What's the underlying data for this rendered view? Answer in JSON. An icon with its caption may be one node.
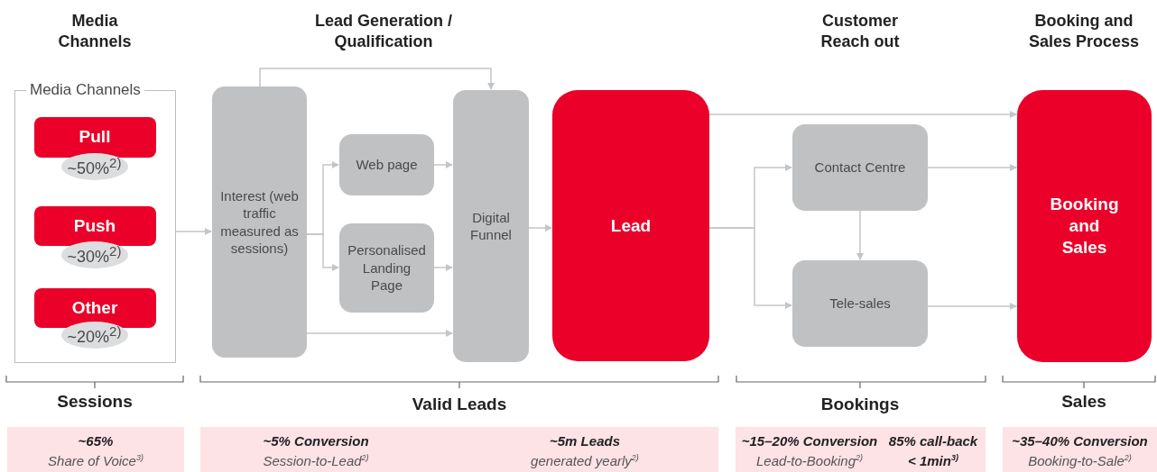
{
  "diagram": {
    "nodes": [
      {
        "text": [
          "Media Channels"
        ]
      },
      {
        "text": [
          "Pull"
        ],
        "in": 0
      },
      {
        "text": [
          "~50%$^{2)}$"
        ],
        "in": 0
      },
      {
        "text": [
          "Push"
        ],
        "in": 0
      },
      {
        "text": [
          "~30%$^{2)}$"
        ],
        "in": 0
      },
      {
        "text": [
          "Other"
        ],
        "in": 0
      },
      {
        "text": [
          "~20%$^{2)}$"
        ],
        "in": 0
      },
      {
        "text": [
          "Interest (web traffic measured as sessions)"
        ]
      },
      {
        "text": [
          "Web page"
        ]
      },
      {
        "text": [
          "Personalised Landing Page"
        ]
      },
      {
        "text": [
          "Digital Funnel"
        ]
      },
      {
        "text": [
          "Lead"
        ]
      },
      {
        "text": [
          "Contact Centre"
        ]
      },
      {
        "text": [
          "Tele-sales"
        ]
      },
      {
        "text": [
          "Booking and Sales"
        ]
      },
      {
        "text": [
          "~65%",
          "Share of Voice$^{3)}$"
        ]
      },
      {
        "text": [
          "~5% Conversion",
          "Session-to-Lead$^{2)}$",
          "~5m Leads",
          "generated yearly$^{2)}$"
        ]
      },
      {
        "text": [
          "~15–20% Conversion",
          "Lead-to-Booking$^{2)}$",
          "85% call-back < 1min$^{3)}$"
        ]
      },
      {
        "text": [
          "~35–40% Conversion",
          "Booking-to-Sale$^{2)}$"
        ]
      }
    ],
    "edges": [
      {
        "from": 0,
        "to": 7,
        "arrow": "to"
      },
      {
        "from": 7,
        "to": 8,
        "arrow": "to"
      },
      {
        "from": 7,
        "to": 9,
        "arrow": "to"
      },
      {
        "from": 7,
        "to": 10,
        "arrow": "to"
      },
      {
        "from": 7,
        "to": 10,
        "arrow": "to"
      },
      {
        "from": 8,
        "to": 10,
        "arrow": "to"
      },
      {
        "from": 9,
        "to": 10,
        "arrow": "to"
      },
      {
        "from": 10,
        "to": 11,
        "arrow": "to"
      },
      {
        "from": 11,
        "to": 14,
        "arrow": "to"
      },
      {
        "from": 11,
        "to": 12,
        "arrow": "to"
      },
      {
        "from": 11,
        "to": 13,
        "arrow": "to"
      },
      {
        "from": 12,
        "to": 13,
        "arrow": "to"
      },
      {
        "from": 12,
        "to": 14,
        "arrow": "to"
      },
      {
        "from": 13,
        "to": 14,
        "arrow": "to"
      }
    ],
    "labels": [
      "Media Channels",
      "Lead Generation / Qualification",
      "Customer Reach out",
      "Booking and Sales Process",
      "Sessions",
      "Valid Leads",
      "Bookings",
      "Sales"
    ]
  }
}
